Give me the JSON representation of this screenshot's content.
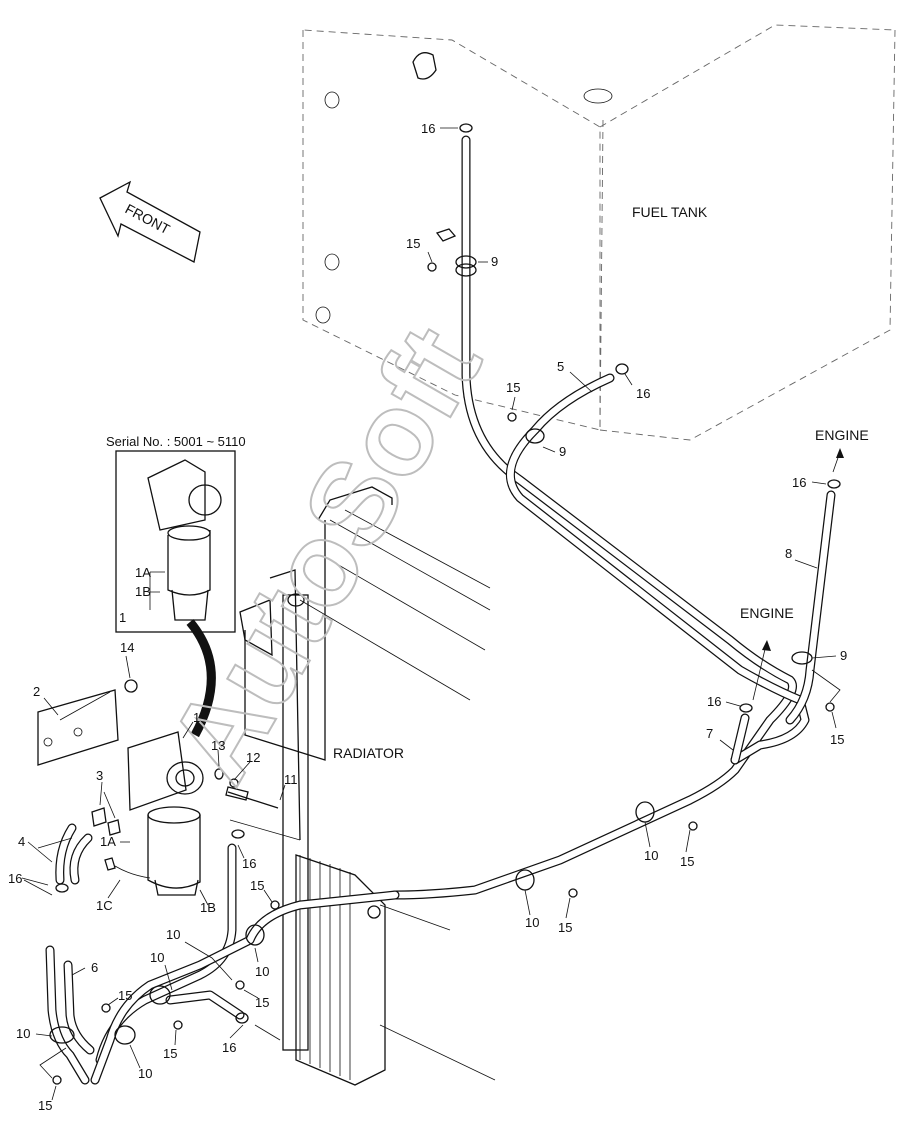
{
  "tank_label": "FUEL TANK",
  "radiator_label": "RADIATOR",
  "front_label": "FRONT",
  "engine_label_upper": "ENGINE",
  "engine_label_lower": "ENGINE",
  "serial_label": "Serial No. : 5001 ~ 5110",
  "watermark": "AutoSoft",
  "colors": {
    "line": "#111111",
    "dashed": "#666666",
    "watermark": "#bdbdbd",
    "background": "#ffffff"
  },
  "callouts": {
    "c16_tank": "16",
    "c15_tank": "15",
    "c9_tank": "9",
    "c5": "5",
    "c16_hose5": "16",
    "c15_mid": "15",
    "c9_mid": "9",
    "c16_eng": "16",
    "c8": "8",
    "c9_right": "9",
    "c15_right": "15",
    "c16_eng2": "16",
    "c7": "7",
    "c10_r1": "10",
    "c15_r1": "15",
    "c10_r2": "10",
    "c15_r2": "15",
    "c1A_inset": "1A",
    "c1B_inset": "1B",
    "c1_inset": "1",
    "c14": "14",
    "c2": "2",
    "c1": "1",
    "c13": "13",
    "c12": "12",
    "c11": "11",
    "c3": "3",
    "c4": "4",
    "c1A": "1A",
    "c1C": "1C",
    "c1B": "1B",
    "c16_left": "16",
    "c6": "6",
    "c16_mid": "16",
    "c15_a": "15",
    "c10_a": "10",
    "c10_b": "10",
    "c10_c": "10",
    "c15_b": "15",
    "c15_c": "15",
    "c10_d": "10",
    "c15_d": "15",
    "c10_e": "10",
    "c15_e": "15",
    "c16_bot": "16"
  }
}
